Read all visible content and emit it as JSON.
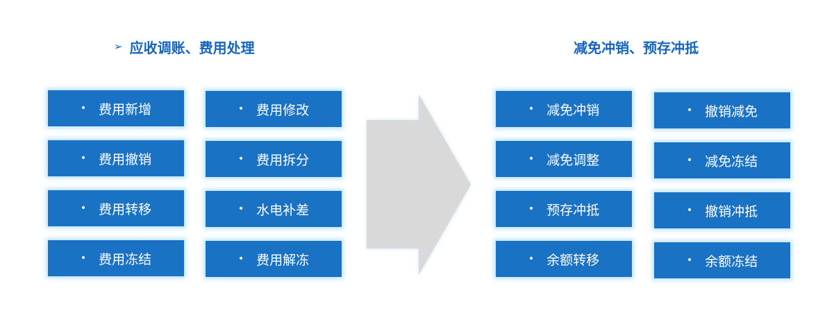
{
  "left_group": {
    "marker": "➢",
    "title": "应收调账、费用处理",
    "items": [
      "费用新增",
      "费用修改",
      "费用撤销",
      "费用拆分",
      "费用转移",
      "水电补差",
      "费用冻结",
      "费用解冻"
    ]
  },
  "right_group": {
    "title": "减免冲销、预存冲抵",
    "items": [
      "减免冲销",
      "撤销减免",
      "减免调整",
      "减免冻结",
      "预存冲抵",
      "撤销冲抵",
      "余额转移",
      "余额冻结"
    ]
  },
  "bullet": "•",
  "colors": {
    "box_fill": "#1a72c4",
    "box_glow": "#aadcff",
    "heading": "#1565c0",
    "arrow_fill": "#d9d9d9",
    "arrow_glow": "#cfe8ff"
  }
}
